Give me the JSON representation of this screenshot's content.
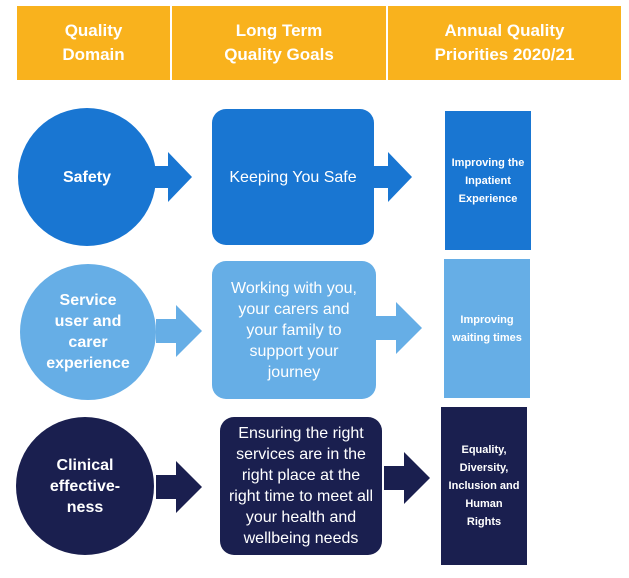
{
  "header": {
    "col1": "Quality\nDomain",
    "col2": "Long Term\nQuality Goals",
    "col3": "Annual Quality\nPriorities 2020/21"
  },
  "rows": [
    {
      "domain": "Safety",
      "goal": "Keeping You Safe",
      "priority": "Improving the Inpatient Experience",
      "color": "#1976d2"
    },
    {
      "domain": "Service user and carer experience",
      "goal": "Working with you, your carers and your family to support your journey",
      "priority": "Improving waiting times",
      "color": "#66aee6"
    },
    {
      "domain": "Clinical effective-ness",
      "goal": "Ensuring the right services are in the right place at the right time to meet all your health and wellbeing needs",
      "priority": "Equality, Diversity, Inclusion and Human Rights",
      "color": "#1a1f4f"
    }
  ],
  "colors": {
    "header": "#f9b21d",
    "row1": "#1976d2",
    "row2": "#66aee6",
    "row3": "#1a1f4f"
  }
}
